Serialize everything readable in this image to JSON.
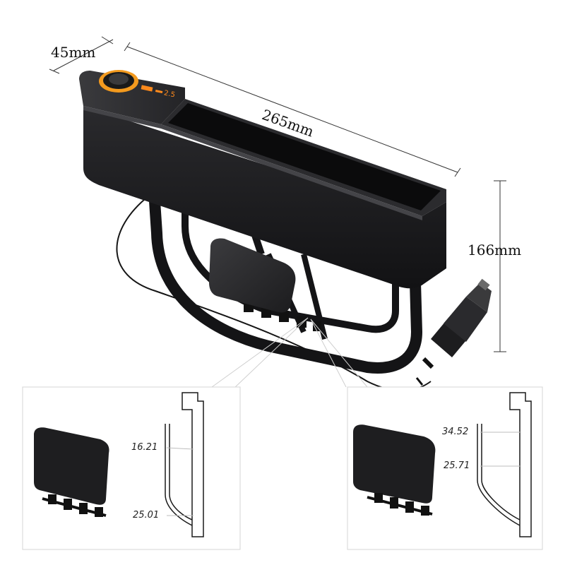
{
  "dimensions": {
    "depth": "45mm",
    "length": "265mm",
    "height": "166mm"
  },
  "display_reading": "2.5",
  "detail_left": {
    "top_gap": "16.21",
    "bottom_gap": "25.01"
  },
  "detail_right": {
    "top_gap": "34.52",
    "bottom_gap": "25.71"
  },
  "colors": {
    "body": "#1b1b1d",
    "ring": "#f39a1e",
    "display": "#ff8a1c",
    "dim_line": "#333333",
    "detail_arrow": "#bdbdbd"
  }
}
